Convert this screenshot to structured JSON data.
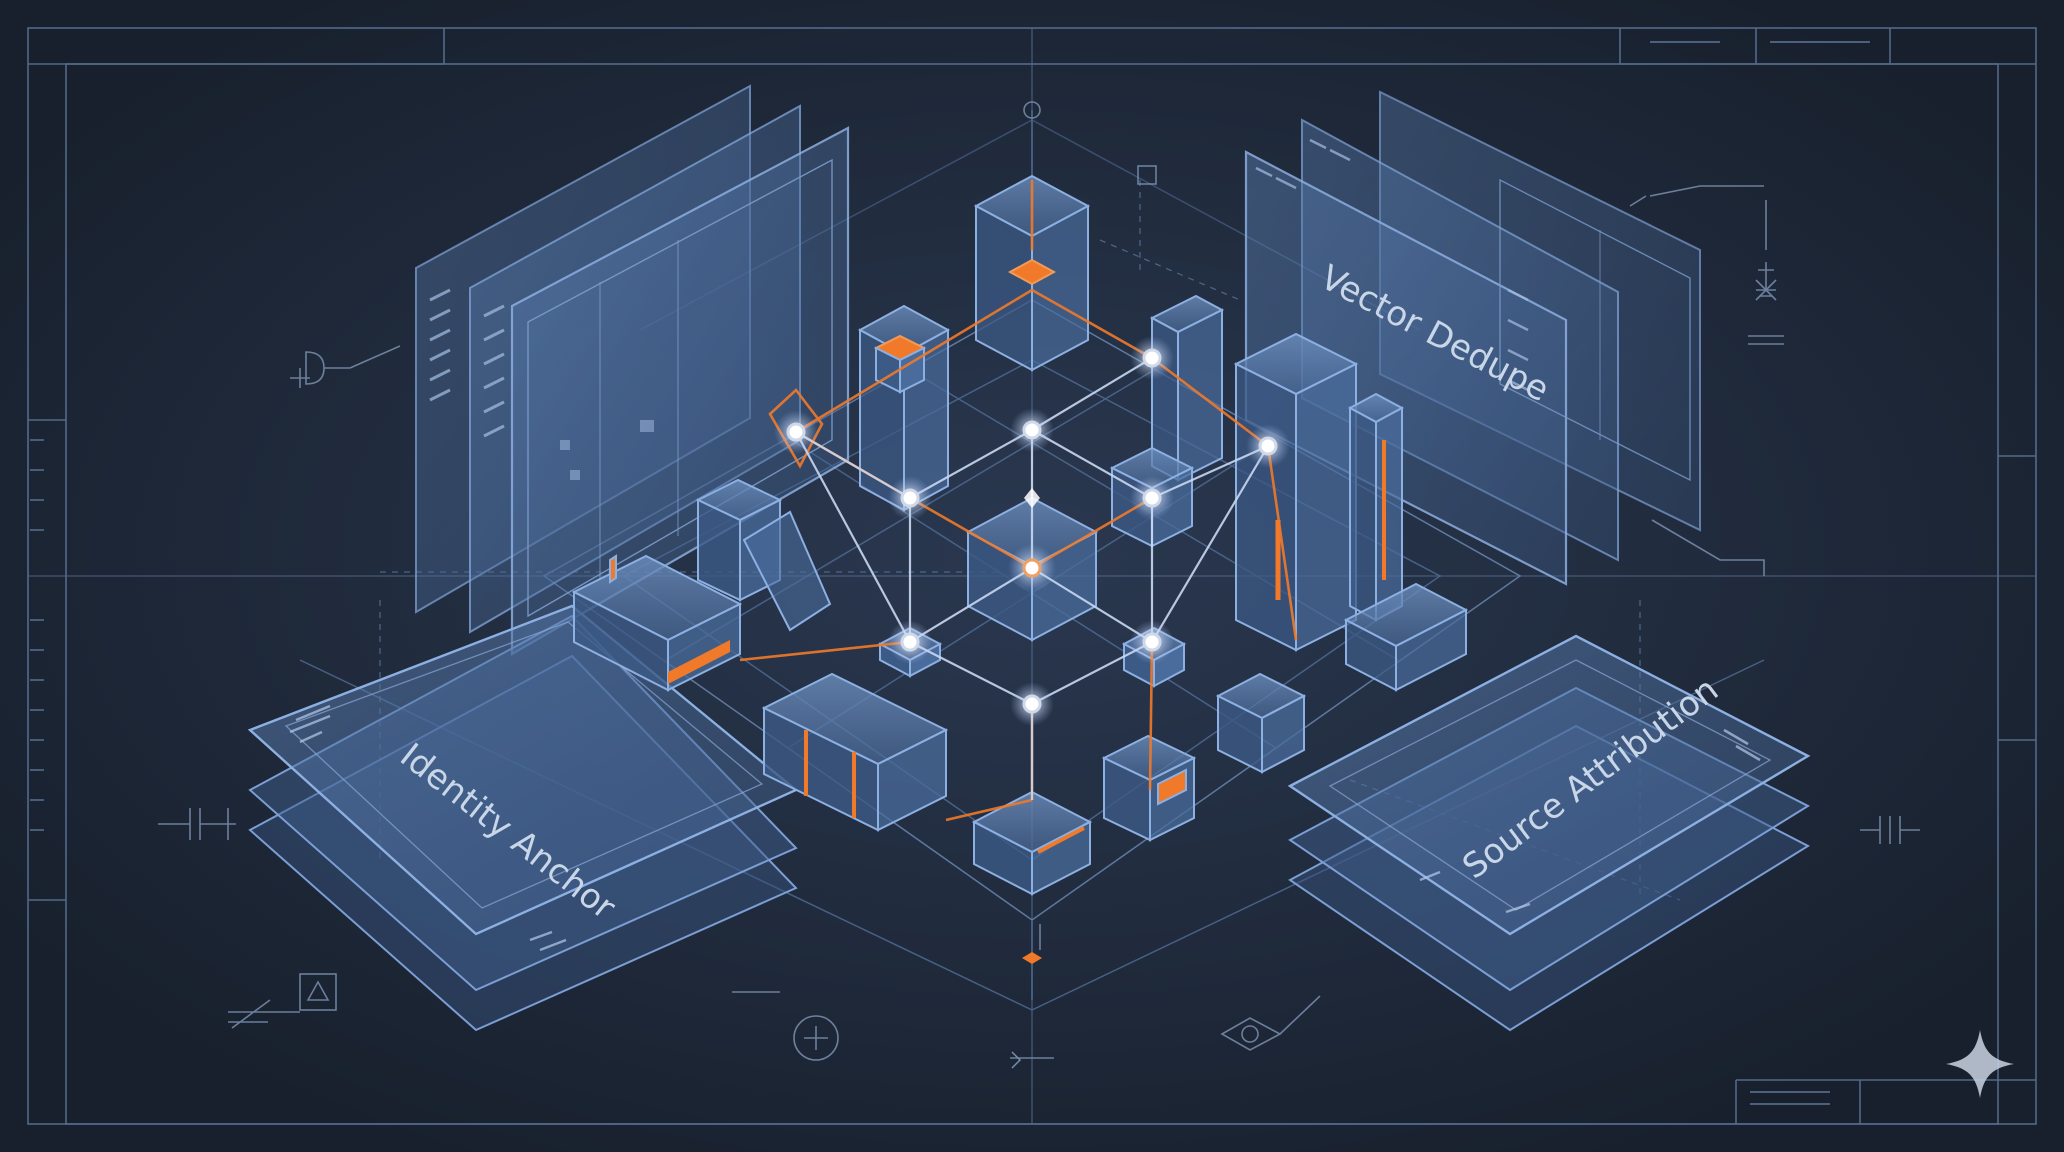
{
  "labels": {
    "vector_dedupe": "Vector Dedupe",
    "identity_anchor": "Identity Anchor",
    "source_attribution": "Source Attribution"
  },
  "icons": [
    "sparkle-icon"
  ],
  "colors": {
    "background": "#1b2433",
    "blueprint_line": "#5f7ca6",
    "panel_fill": "#4a6c9c",
    "accent_orange": "#f07a2a",
    "node_glow": "#ffffff"
  }
}
